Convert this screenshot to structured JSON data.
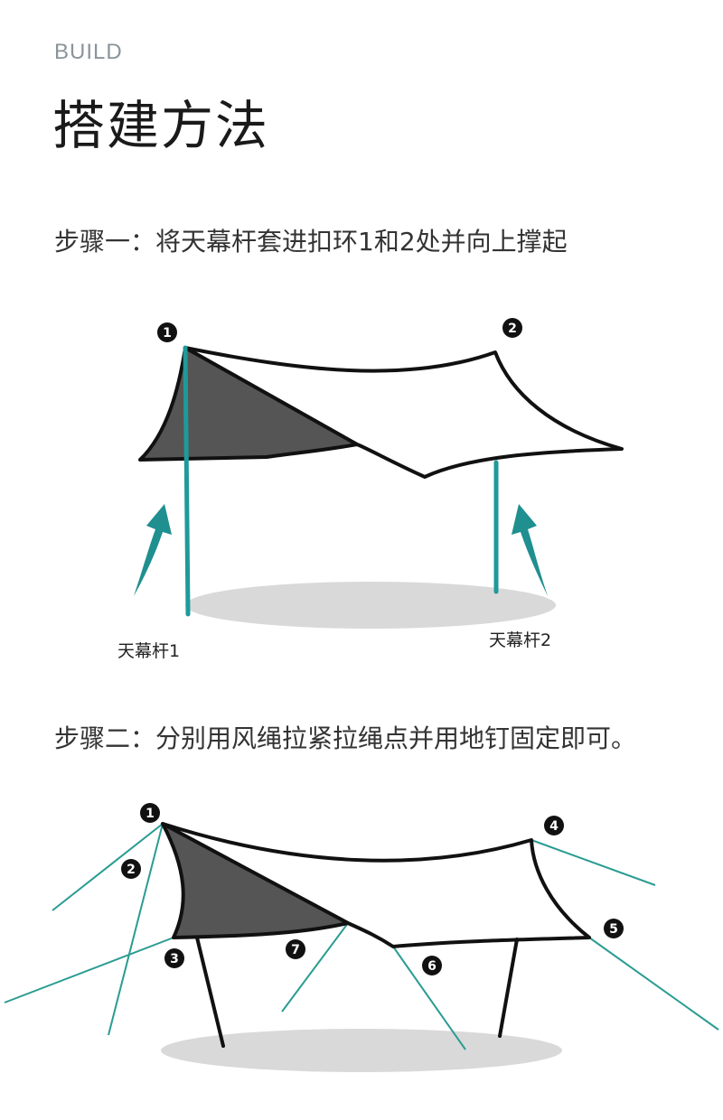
{
  "header": {
    "eyebrow": "BUILD",
    "title": "搭建方法"
  },
  "steps": [
    {
      "text": "步骤一：将天幕杆套进扣环1和2处并向上撑起",
      "markers": [
        "1",
        "2"
      ],
      "pole_labels": [
        "天幕杆1",
        "天幕杆2"
      ]
    },
    {
      "text": "步骤二：分别用风绳拉紧拉绳点并用地钉固定即可。",
      "markers": [
        "1",
        "2",
        "3",
        "4",
        "5",
        "6",
        "7"
      ]
    }
  ],
  "colors": {
    "pole": "#1f9a9a",
    "rope": "#2a9c92",
    "arrow": "#1f8f8f",
    "tarp_dark": "#555555",
    "outline": "#111111",
    "shadow": "#d9d9d9",
    "marker": "#111111"
  }
}
